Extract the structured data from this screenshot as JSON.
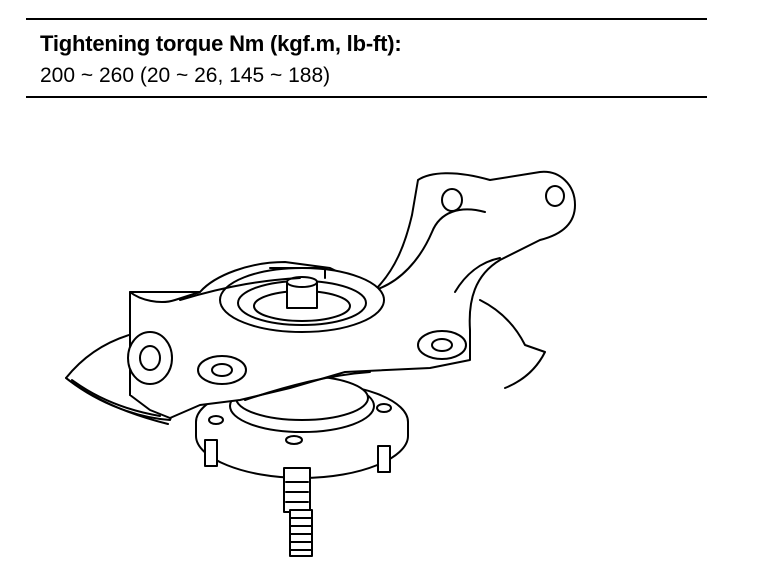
{
  "spec": {
    "label": "Tightening torque Nm (kgf.m, lb-ft):",
    "value": "200 ~ 260 (20 ~ 26, 145 ~ 188)"
  },
  "figure": {
    "subject": "steering-knuckle-and-hub-assembly"
  }
}
